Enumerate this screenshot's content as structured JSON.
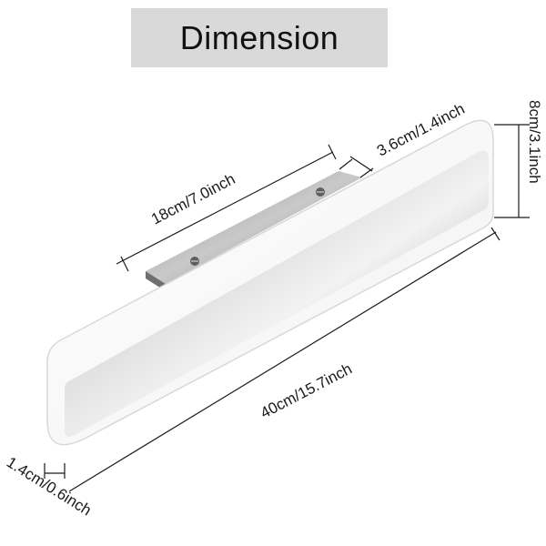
{
  "title": "Dimension",
  "dimensions": {
    "bracket_length": "18cm/7.0inch",
    "bracket_depth": "3.6cm/1.4inch",
    "height": "8cm/3.1inch",
    "length": "40cm/15.7inch",
    "thickness": "1.4cm/0.6inch"
  },
  "colors": {
    "title_background": "#d9d9d9",
    "frame_edge": "#e6e6e6",
    "mirror_dark": "#8c8c8c",
    "mirror_light": "#e8e8e8",
    "bracket": "#9a9a9a"
  }
}
